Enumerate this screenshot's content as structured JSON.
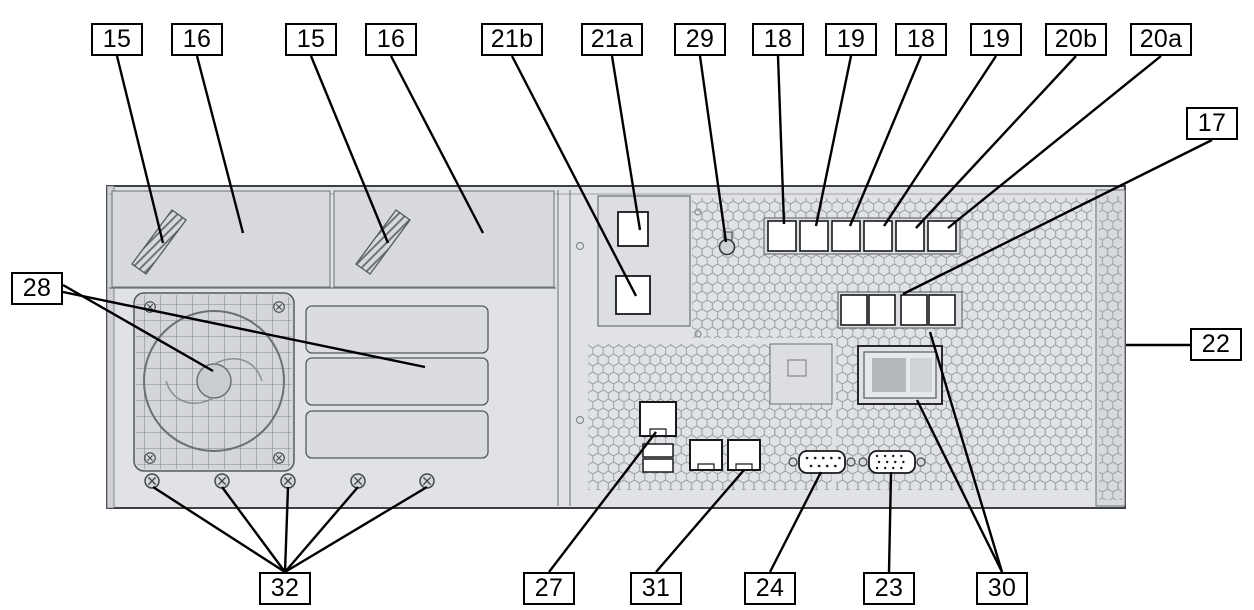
{
  "colors": {
    "background": "#ffffff",
    "chassis": "#e0e2e5",
    "panel": "#d7d9dc",
    "vent_hole": "#9aa0a6",
    "callout_border": "#000000",
    "port_fill": "#ffffff"
  },
  "callouts": [
    {
      "label": "15"
    },
    {
      "label": "16"
    },
    {
      "label": "15"
    },
    {
      "label": "16"
    },
    {
      "label": "21b"
    },
    {
      "label": "21a"
    },
    {
      "label": "29"
    },
    {
      "label": "18"
    },
    {
      "label": "19"
    },
    {
      "label": "18"
    },
    {
      "label": "19"
    },
    {
      "label": "20b"
    },
    {
      "label": "20a"
    },
    {
      "label": "17"
    },
    {
      "label": "22"
    },
    {
      "label": "28"
    },
    {
      "label": "32"
    },
    {
      "label": "27"
    },
    {
      "label": "31"
    },
    {
      "label": "24"
    },
    {
      "label": "23"
    },
    {
      "label": "30"
    }
  ]
}
